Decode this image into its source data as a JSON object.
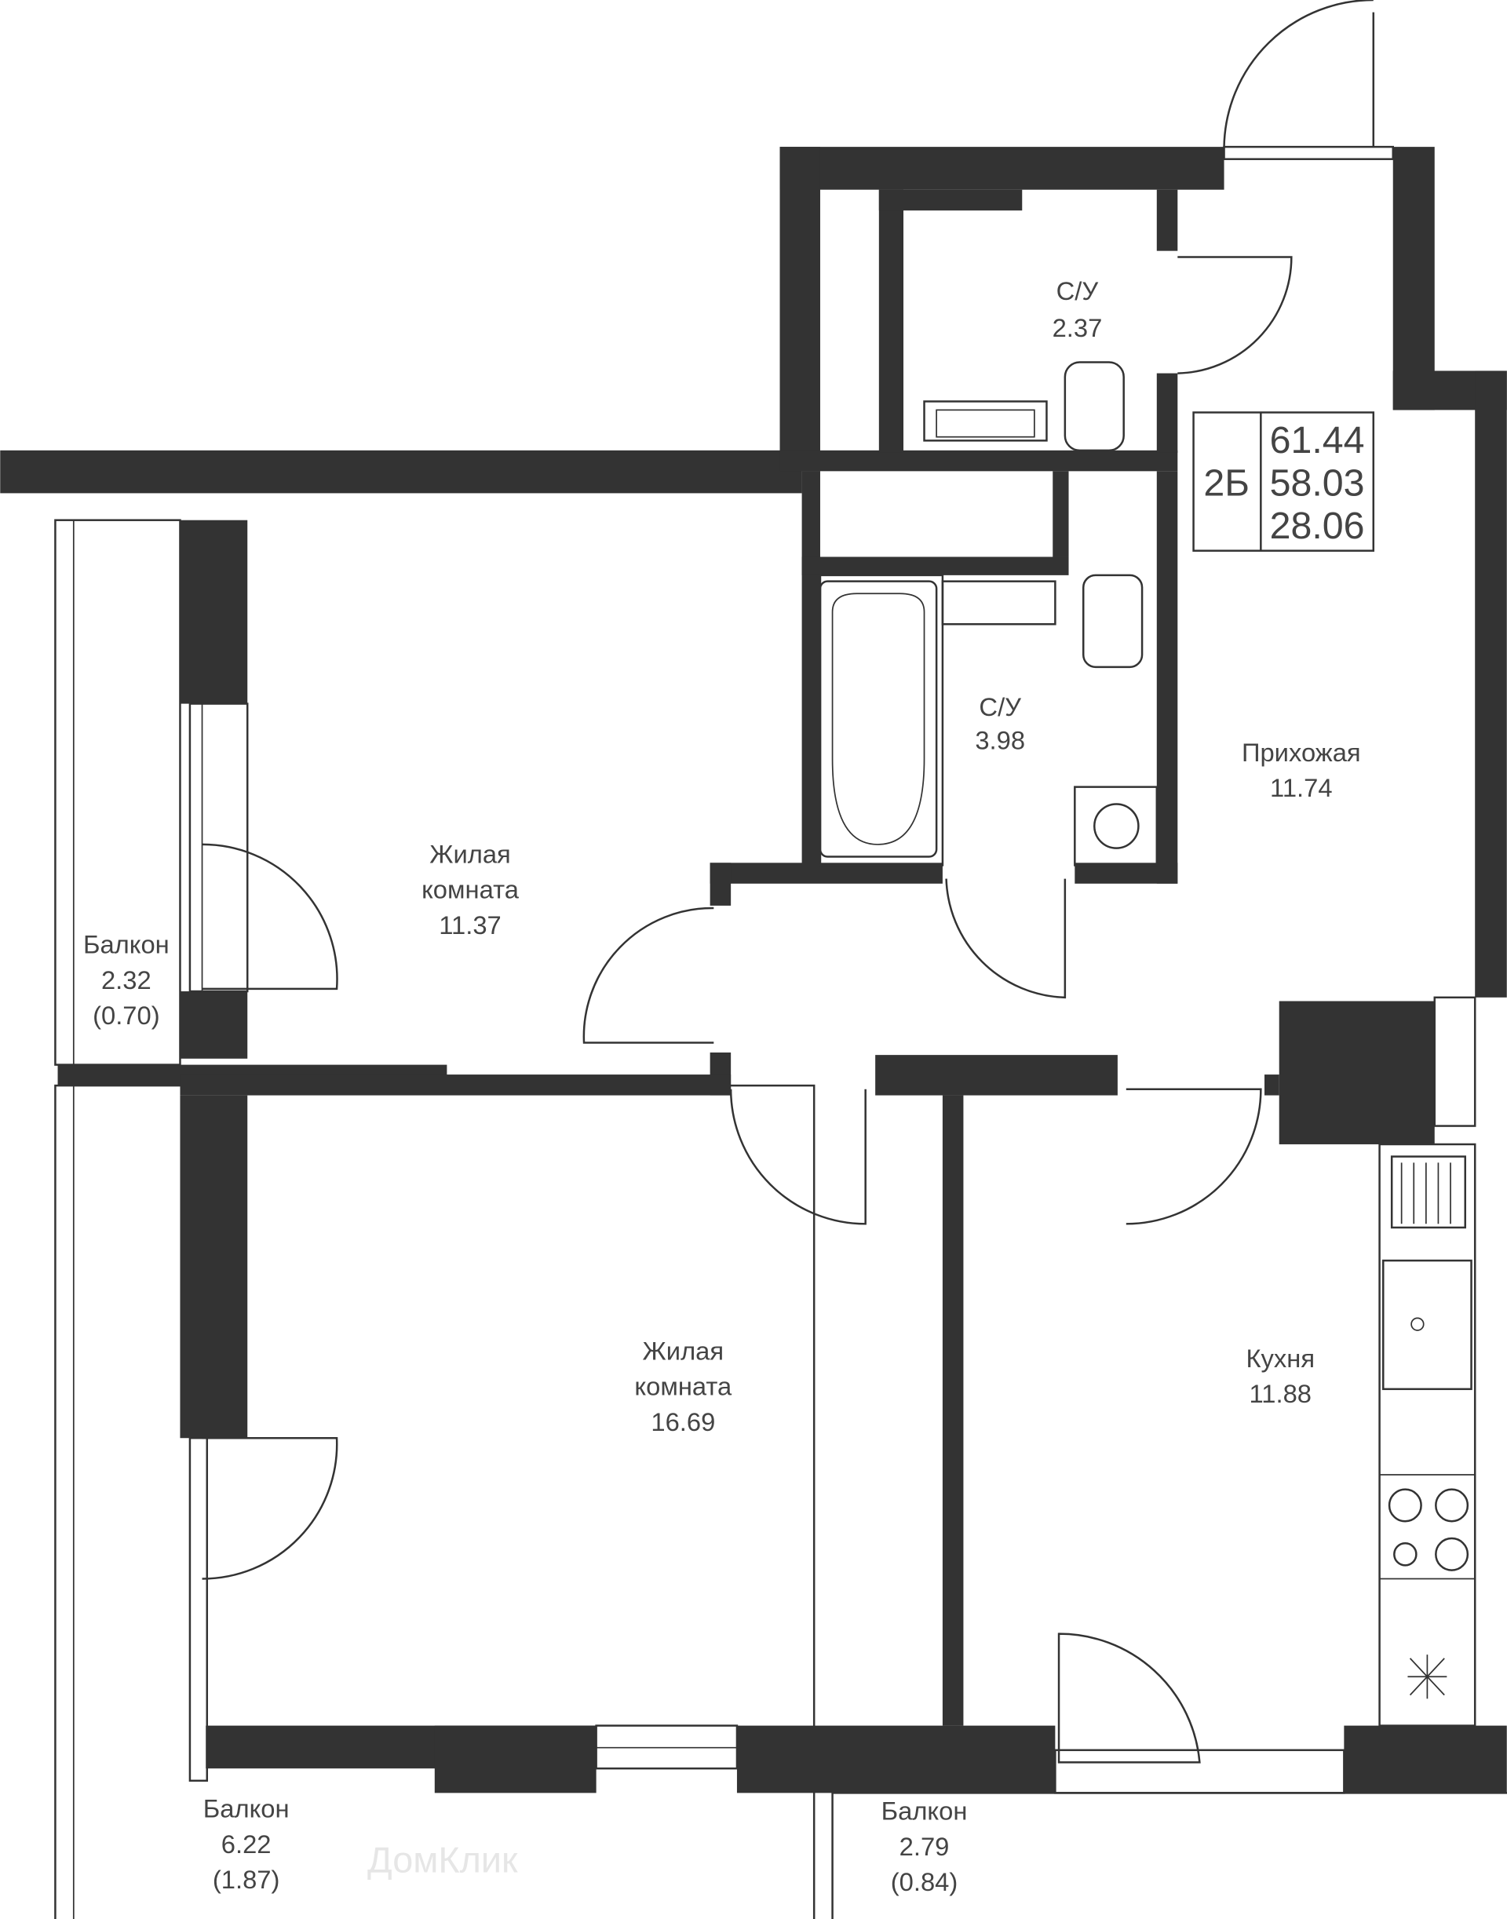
{
  "summary": {
    "type": "2Б",
    "total_area": "61.44",
    "living_total": "58.03",
    "living_area": "28.06"
  },
  "rooms": {
    "bath_small": {
      "name": "С/У",
      "area": "2.37"
    },
    "bath_large": {
      "name": "С/У",
      "area": "3.98"
    },
    "hall": {
      "name": "Прихожая",
      "area": "11.74"
    },
    "living_1": {
      "name_line1": "Жилая",
      "name_line2": "комната",
      "area": "11.37"
    },
    "living_2": {
      "name_line1": "Жилая",
      "name_line2": "комната",
      "area": "16.69"
    },
    "kitchen": {
      "name": "Кухня",
      "area": "11.88"
    },
    "balcony_left": {
      "name": "Балкон",
      "area": "2.32",
      "reduced": "(0.70)"
    },
    "balcony_bottom_left": {
      "name": "Балкон",
      "area": "6.22",
      "reduced": "(1.87)"
    },
    "balcony_bottom_right": {
      "name": "Балкон",
      "area": "2.79",
      "reduced": "(0.84)"
    }
  },
  "watermark": "ДомКлик",
  "colors": {
    "wall": "#333333",
    "text": "#444444"
  }
}
